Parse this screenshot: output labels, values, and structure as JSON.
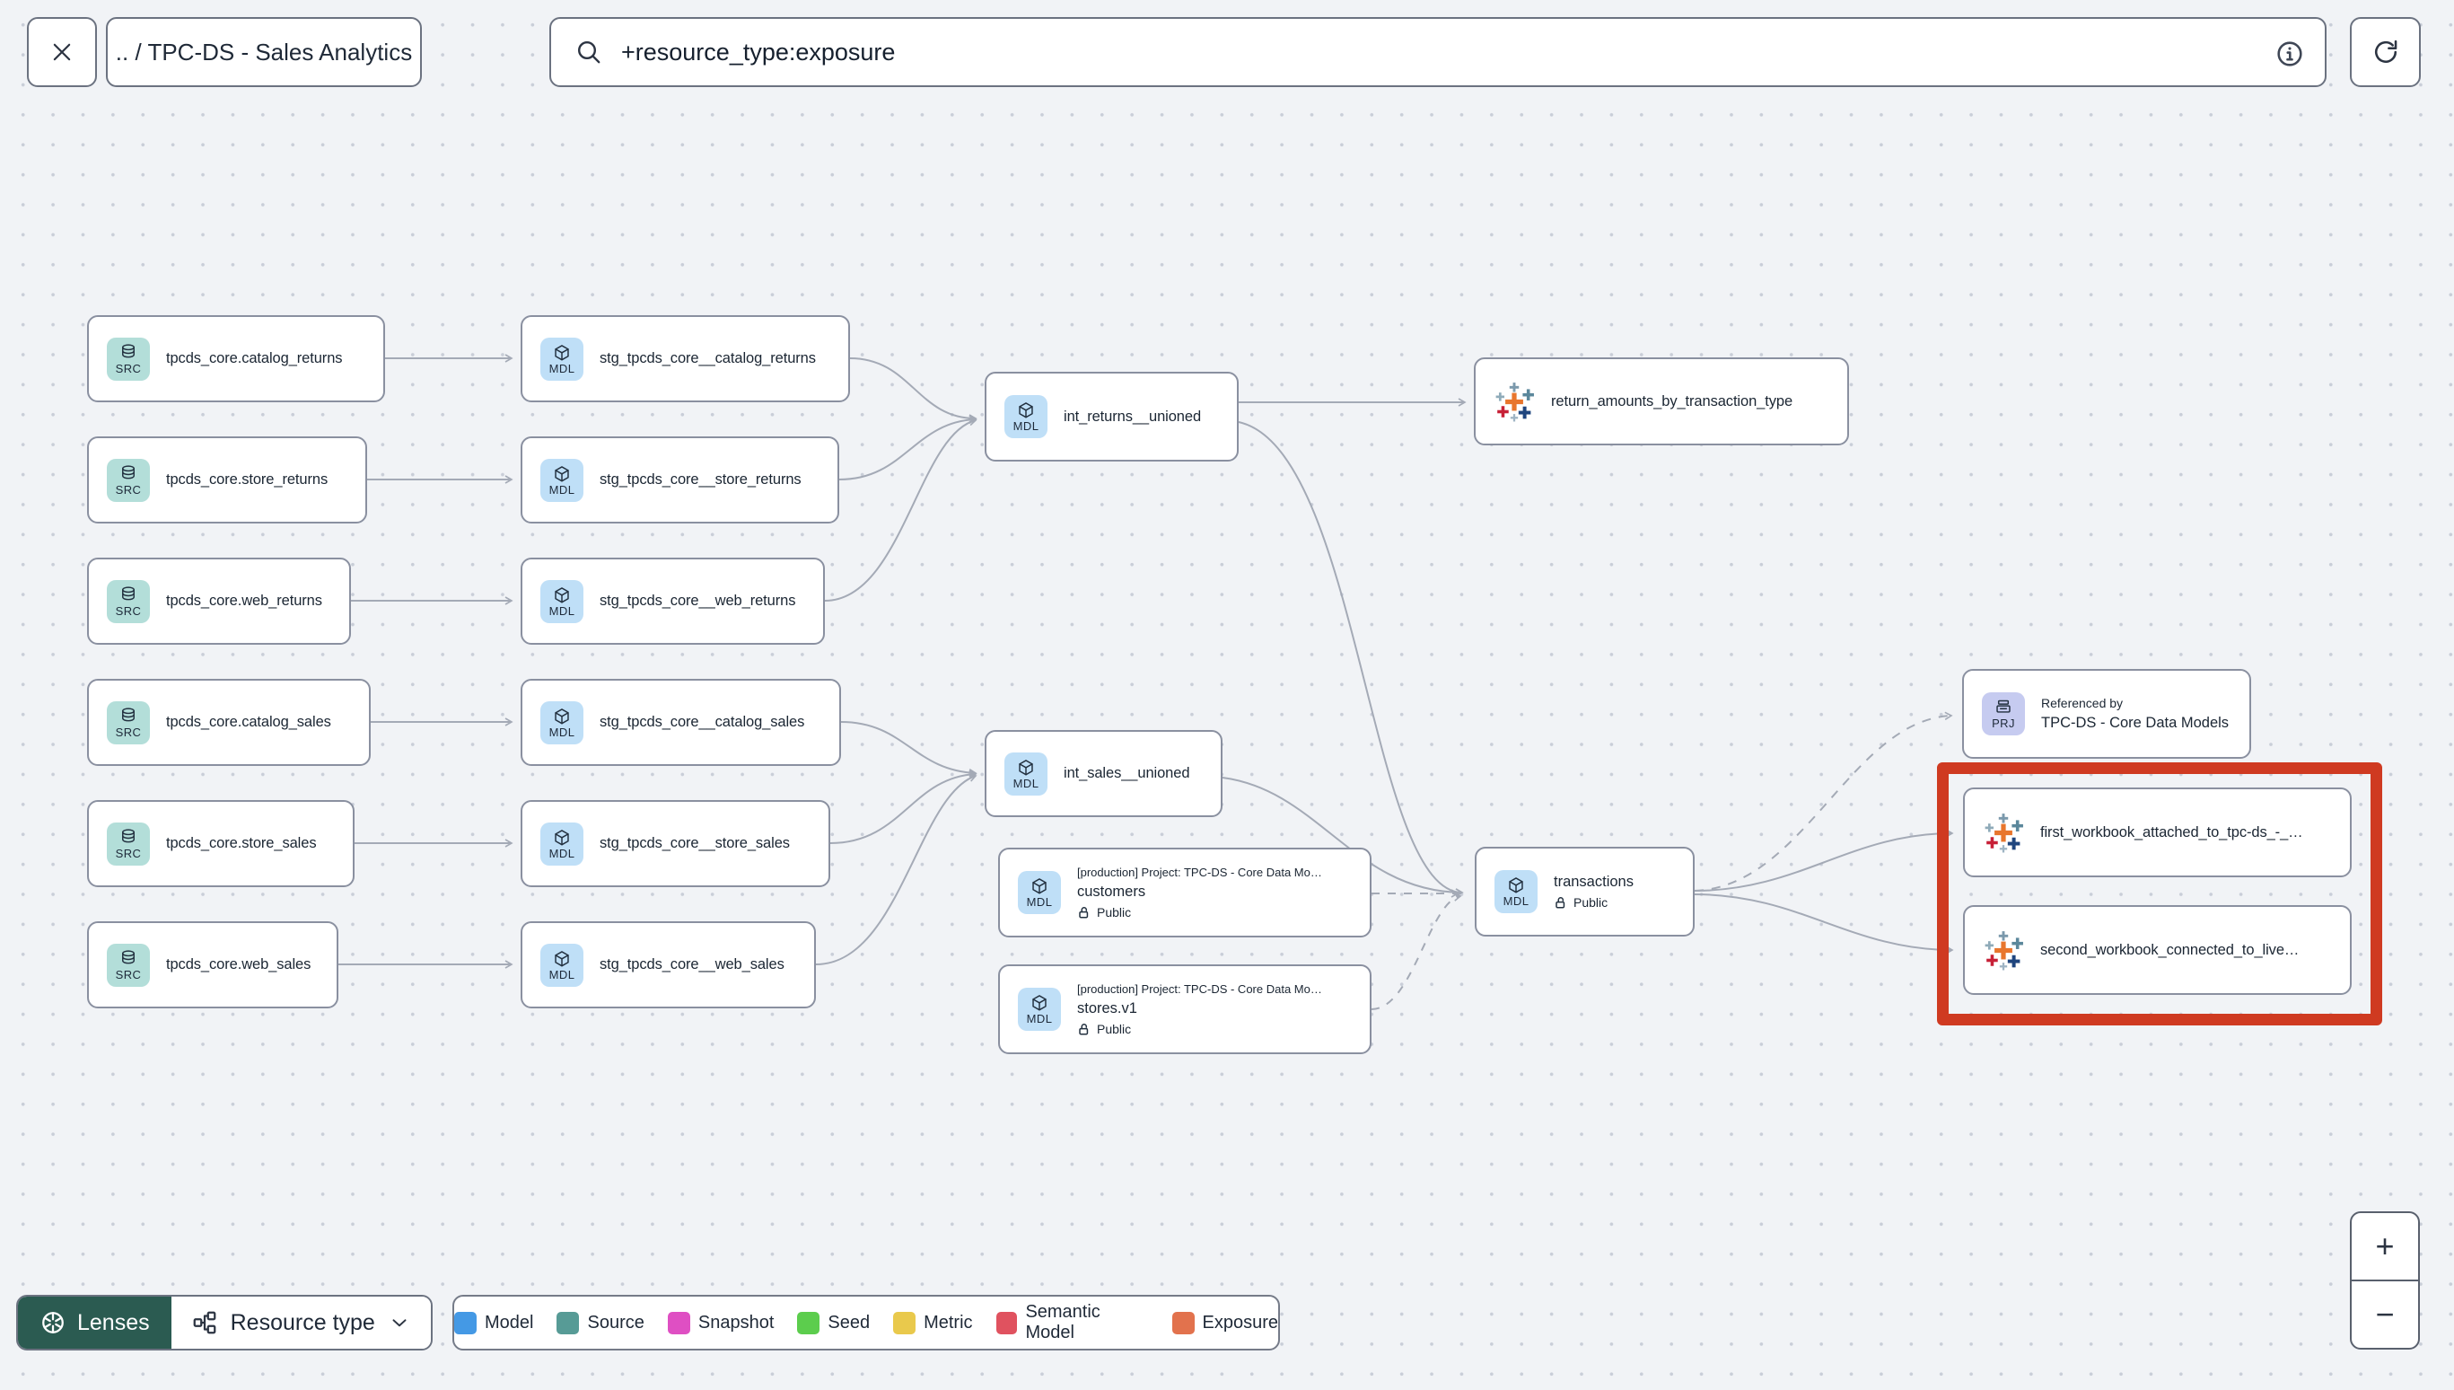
{
  "toolbar": {
    "breadcrumb": ".. / TPC-DS - Sales Analytics",
    "search_value": "+resource_type:exposure"
  },
  "graph": {
    "nodes": {
      "src_catalog_returns": {
        "badge": "SRC",
        "label": "tpcds_core.catalog_returns"
      },
      "src_store_returns": {
        "badge": "SRC",
        "label": "tpcds_core.store_returns"
      },
      "src_web_returns": {
        "badge": "SRC",
        "label": "tpcds_core.web_returns"
      },
      "src_catalog_sales": {
        "badge": "SRC",
        "label": "tpcds_core.catalog_sales"
      },
      "src_store_sales": {
        "badge": "SRC",
        "label": "tpcds_core.store_sales"
      },
      "src_web_sales": {
        "badge": "SRC",
        "label": "tpcds_core.web_sales"
      },
      "stg_catalog_returns": {
        "badge": "MDL",
        "label": "stg_tpcds_core__catalog_returns"
      },
      "stg_store_returns": {
        "badge": "MDL",
        "label": "stg_tpcds_core__store_returns"
      },
      "stg_web_returns": {
        "badge": "MDL",
        "label": "stg_tpcds_core__web_returns"
      },
      "stg_catalog_sales": {
        "badge": "MDL",
        "label": "stg_tpcds_core__catalog_sales"
      },
      "stg_store_sales": {
        "badge": "MDL",
        "label": "stg_tpcds_core__store_sales"
      },
      "stg_web_sales": {
        "badge": "MDL",
        "label": "stg_tpcds_core__web_sales"
      },
      "int_returns": {
        "badge": "MDL",
        "label": "int_returns__unioned"
      },
      "int_sales": {
        "badge": "MDL",
        "label": "int_sales__unioned"
      },
      "exposure_returns": {
        "label": "return_amounts_by_transaction_type"
      },
      "customers": {
        "badge": "MDL",
        "header": "[production] Project: TPC-DS - Core Data Mo…",
        "label": "customers",
        "access": "Public"
      },
      "stores": {
        "badge": "MDL",
        "header": "[production] Project: TPC-DS - Core Data Mo…",
        "label": "stores.v1",
        "access": "Public"
      },
      "transactions": {
        "badge": "MDL",
        "label": "transactions",
        "access": "Public"
      },
      "referenced_by": {
        "badge": "PRJ",
        "header": "Referenced by",
        "label": "TPC-DS - Core Data Models"
      },
      "wb_first": {
        "label": "first_workbook_attached_to_tpc-ds_-_…"
      },
      "wb_second": {
        "label": "second_workbook_connected_to_live…"
      }
    }
  },
  "footer": {
    "lenses_label": "Lenses",
    "resource_type_label": "Resource type",
    "legend": [
      {
        "label": "Model",
        "color": "#4499e5"
      },
      {
        "label": "Source",
        "color": "#579b96"
      },
      {
        "label": "Snapshot",
        "color": "#df4fc3"
      },
      {
        "label": "Seed",
        "color": "#5ccd4d"
      },
      {
        "label": "Metric",
        "color": "#e9c94c"
      },
      {
        "label": "Semantic Model",
        "color": "#e0525f"
      },
      {
        "label": "Exposure",
        "color": "#e2724d"
      }
    ]
  },
  "zoom": {
    "in_label": "+",
    "out_label": "−"
  }
}
